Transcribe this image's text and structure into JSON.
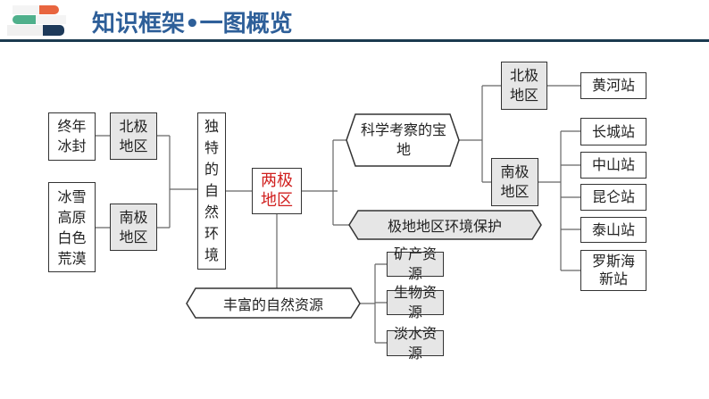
{
  "header": {
    "title": "知识框架•一图概览"
  },
  "diagram": {
    "center": "两极地区",
    "nature": {
      "label": "独特的自然环境",
      "arctic": "北极地区",
      "arctic_feature": "终年冰封",
      "antarctic": "南极地区",
      "antarctic_feature": "冰雪高原白色荒漠"
    },
    "science": {
      "label": "科学考察的宝地",
      "arctic": "北极地区",
      "antarctic": "南极地区",
      "arctic_stations": [
        "黄河站"
      ],
      "antarctic_stations": [
        "长城站",
        "中山站",
        "昆仑站",
        "泰山站",
        "罗斯海新站"
      ]
    },
    "protection": "极地地区环境保护",
    "resources": {
      "label": "丰富的自然资源",
      "items": [
        "矿产资源",
        "生物资源",
        "淡水资源"
      ]
    }
  },
  "colors": {
    "title": "#2e5f99",
    "center_text": "#d0201f"
  }
}
